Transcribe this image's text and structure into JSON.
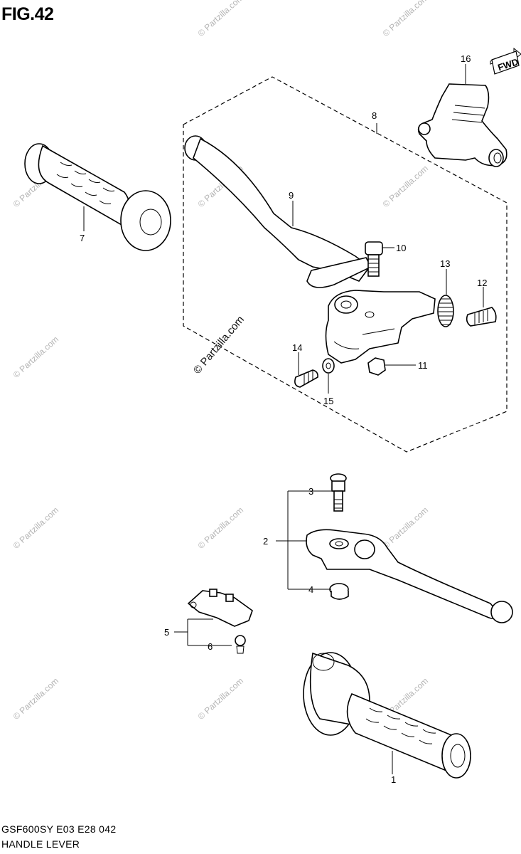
{
  "figure": {
    "title": "FIG.42",
    "footer_code": "GSF600SY E03 E28  042",
    "footer_name": "HANDLE LEVER",
    "fwd_label": "FWD"
  },
  "watermark": {
    "main": "© Partzilla.com",
    "repeat": "© Partzilla.com"
  },
  "callouts": [
    "1",
    "2",
    "3",
    "4",
    "5",
    "6",
    "7",
    "8",
    "9",
    "10",
    "11",
    "12",
    "13",
    "14",
    "15",
    "16"
  ]
}
